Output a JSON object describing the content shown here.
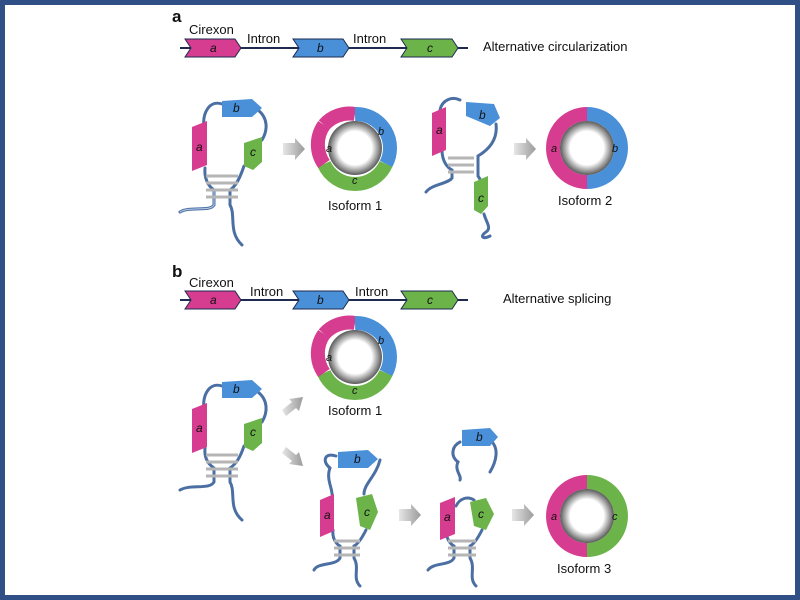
{
  "panel_a": {
    "label": "a",
    "cirexon": "Cirexon",
    "intron_1": "Intron",
    "intron_2": "Intron",
    "exon_a": "a",
    "exon_b": "b",
    "exon_c": "c",
    "description": "Alternative circularization",
    "isoform_1": "Isoform 1",
    "isoform_2": "Isoform 2"
  },
  "panel_b": {
    "label": "b",
    "cirexon": "Cirexon",
    "intron_1": "Intron",
    "intron_2": "Intron",
    "exon_a": "a",
    "exon_b": "b",
    "exon_c": "c",
    "description": "Alternative splicing",
    "isoform_1": "Isoform 1",
    "isoform_3": "Isoform 3"
  },
  "colors": {
    "exon_a": "#d63c8f",
    "exon_b": "#4a90d9",
    "exon_c": "#6cb44a",
    "strand": "#4b6fa3",
    "frame": "#2f4f86"
  }
}
